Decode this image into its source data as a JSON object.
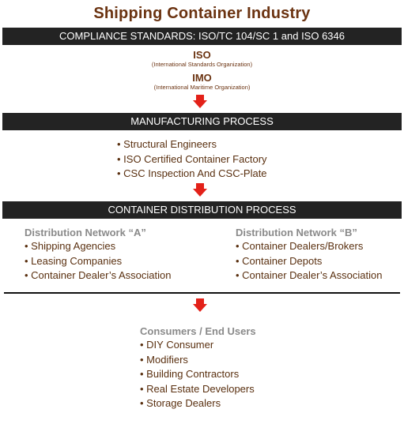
{
  "title": "Shipping Container Industry",
  "compliance": {
    "banner": "COMPLIANCE STANDARDS: ISO/TC 104/SC 1 and ISO 6346",
    "orgs": [
      {
        "name": "ISO",
        "full": "(International Standards Organization)"
      },
      {
        "name": "IMO",
        "full": "(International Maritime Organization)"
      }
    ]
  },
  "manufacturing": {
    "banner": "MANUFACTURING PROCESS",
    "items": [
      "Structural Engineers",
      "ISO Certified Container Factory",
      "CSC Inspection And CSC-Plate"
    ]
  },
  "distribution": {
    "banner": "CONTAINER DISTRIBUTION PROCESS",
    "network_a": {
      "heading": "Distribution Network “A”",
      "items": [
        "Shipping Agencies",
        "Leasing Companies",
        "Container Dealer’s Association"
      ]
    },
    "network_b": {
      "heading": "Distribution Network “B”",
      "items": [
        "Container Dealers/Brokers",
        "Container Depots",
        "Container Dealer’s Association"
      ]
    }
  },
  "consumers": {
    "heading": "Consumers / End Users",
    "items": [
      "DIY Consumer",
      "Modifiers",
      "Building Contractors",
      "Real Estate Developers",
      "Storage Dealers"
    ]
  },
  "colors": {
    "title": "#6b3311",
    "band": "#232323",
    "arrow": "#e32119",
    "heading_gray": "#8a8a8a"
  },
  "icons": {
    "arrow": "down-arrow-icon"
  }
}
